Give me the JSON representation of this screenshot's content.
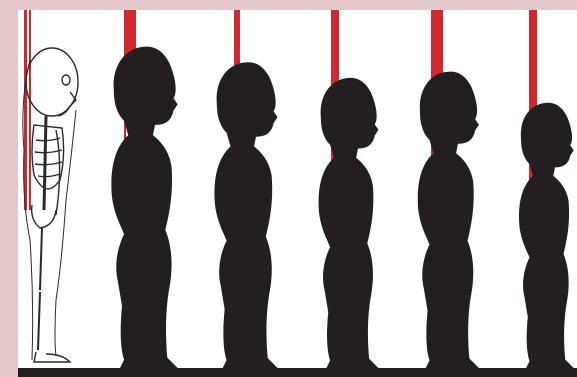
{
  "illustration": {
    "panels": [
      {
        "kind": "skeleton-child-side-view"
      },
      {
        "kind": "child-silhouette-side-view"
      },
      {
        "kind": "child-silhouette-side-view"
      },
      {
        "kind": "child-silhouette-side-view"
      },
      {
        "kind": "child-silhouette-side-view"
      },
      {
        "kind": "child-silhouette-side-view"
      }
    ],
    "colors": {
      "background": "#e2c8cb",
      "panel": "#ffffff",
      "plumb_line": "#d1272f",
      "silhouette": "#231f20",
      "skeleton_ink": "#2a2a2a"
    }
  }
}
